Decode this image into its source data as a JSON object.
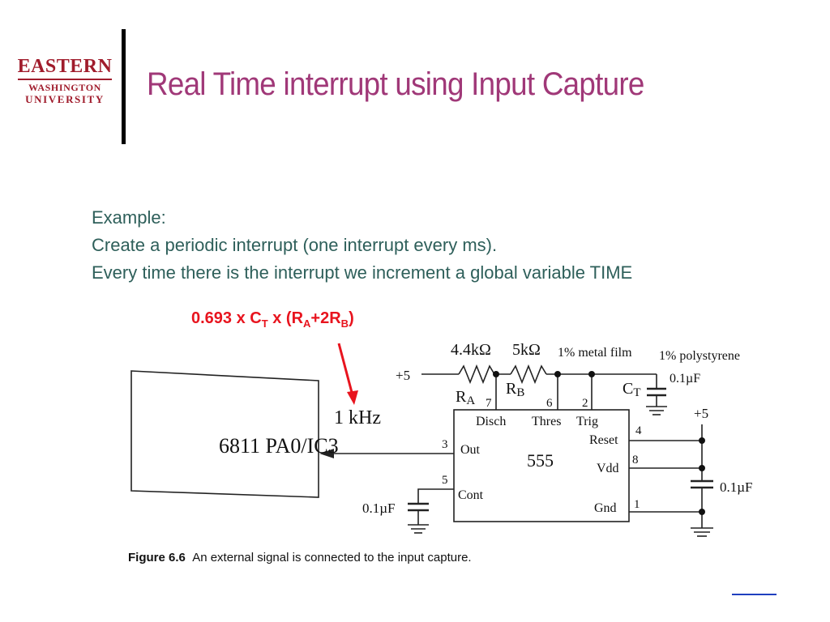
{
  "logo": {
    "line1": "EASTERN",
    "line2": "WASHINGTON",
    "line3": "UNIVERSITY"
  },
  "title": "Real Time interrupt using Input Capture",
  "body": {
    "line1": "Example:",
    "line2": "Create a periodic interrupt (one interrupt every ms).",
    "line3": "Every time there is the interrupt we increment a global variable TIME"
  },
  "formula": {
    "prefix": "0.693 x C",
    "sub_t": "T",
    "mid": " x (R",
    "sub_a": "A",
    "plus": "+2R",
    "sub_b": "B",
    "close": ")"
  },
  "colors": {
    "title": "#a03878",
    "body": "#2e5f5a",
    "formula": "#e8141e",
    "logo": "#a01c2c",
    "arrow": "#e8141e"
  },
  "diagram": {
    "box_label": "6811 PA0/IC3",
    "freq_label": "1 kHz",
    "chip_label": "555",
    "supply_top": "+5",
    "supply_right": "+5",
    "ra_value": "4.4kΩ",
    "rb_value": "5kΩ",
    "metal_film": "1% metal film",
    "polystyrene": "1% polystyrene",
    "ct_value": "0.1µF",
    "cap_right": "0.1µF",
    "cap_left": "0.1µF",
    "ra_name": "R",
    "ra_sub": "A",
    "rb_name": "R",
    "rb_sub": "B",
    "ct_name": "C",
    "ct_sub": "T",
    "pins": {
      "disch": "Disch",
      "thres": "Thres",
      "trig": "Trig",
      "reset": "Reset",
      "out": "Out",
      "vdd": "Vdd",
      "cont": "Cont",
      "gnd": "Gnd"
    },
    "pin_numbers": {
      "p7": "7",
      "p6": "6",
      "p2": "2",
      "p4": "4",
      "p3": "3",
      "p8": "8",
      "p5": "5",
      "p1": "1"
    }
  },
  "caption": {
    "label": "Figure 6.6",
    "text": "An external signal is connected to the input capture."
  }
}
